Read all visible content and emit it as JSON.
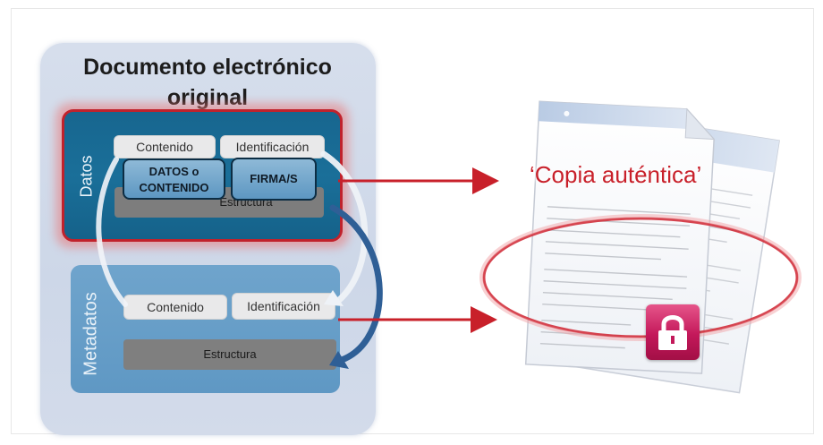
{
  "title": "Documento electrónico\noriginal",
  "datos": {
    "label": "Datos",
    "contenido": "Contenido",
    "identificacion": "Identificación",
    "datos_contenido": "DATOS o\nCONTENIDO",
    "firma": "FIRMA/S",
    "estructura": "Estructura"
  },
  "metadatos": {
    "label": "Metadatos",
    "contenido": "Contenido",
    "identificacion": "Identificación",
    "estructura": "Estructura"
  },
  "copia": {
    "label": "‘Copia auténtica’"
  },
  "colors": {
    "accent_red": "#c8202a",
    "datos_blue": "#17668f",
    "metadatos_blue": "#6fa4cc",
    "lock_pink": "#c3185a"
  },
  "icons": {
    "document": "document-stack-icon",
    "lock": "lock-icon"
  }
}
